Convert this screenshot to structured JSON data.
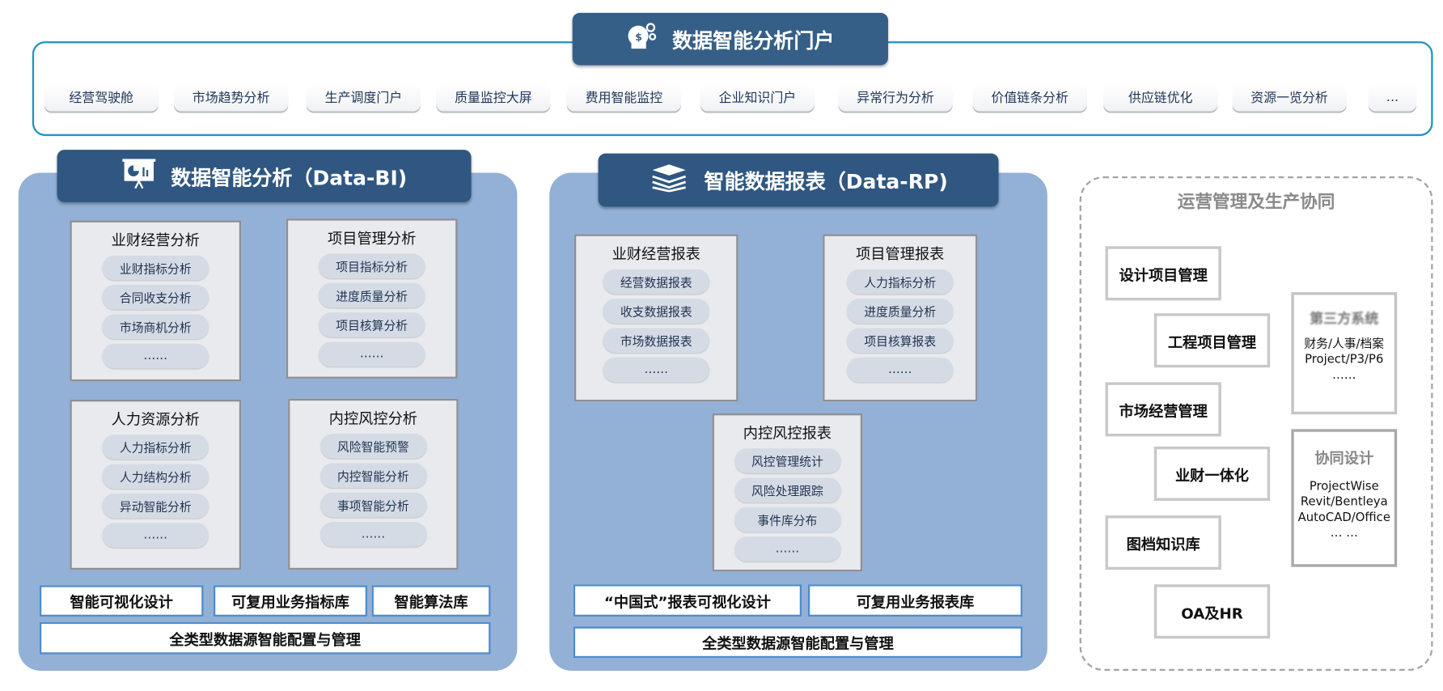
{
  "portal": {
    "title": "数据智能分析门户",
    "items": [
      "经营驾驶舱",
      "市场趋势分析",
      "生产调度门户",
      "质量监控大屏",
      "费用智能监控",
      "企业知识门户",
      "异常行为分析",
      "价值链条分析",
      "供应链优化",
      "资源一览分析",
      "..."
    ]
  },
  "bi": {
    "title": "数据智能分析（Data-BI)",
    "groups": [
      {
        "title": "业财经营分析",
        "items": [
          "业财指标分析",
          "合同收支分析",
          "市场商机分析",
          "……"
        ]
      },
      {
        "title": "项目管理分析",
        "items": [
          "项目指标分析",
          "进度质量分析",
          "项目核算分析",
          "……"
        ]
      },
      {
        "title": "人力资源分析",
        "items": [
          "人力指标分析",
          "人力结构分析",
          "异动智能分析",
          "……"
        ]
      },
      {
        "title": "内控风控分析",
        "items": [
          "风险智能预警",
          "内控智能分析",
          "事项智能分析",
          "……"
        ]
      }
    ],
    "buttons": [
      "智能可视化设计",
      "可复用业务指标库",
      "智能算法库"
    ],
    "config": "全类型数据源智能配置与管理"
  },
  "rp": {
    "title": "智能数据报表（Data-RP)",
    "groups": [
      {
        "title": "业财经营报表",
        "items": [
          "经营数据报表",
          "收支数据报表",
          "市场数据报表",
          "……"
        ]
      },
      {
        "title": "项目管理报表",
        "items": [
          "人力指标分析",
          "进度质量分析",
          "项目核算报表",
          "……"
        ]
      },
      {
        "title": "内控风控报表",
        "items": [
          "风控管理统计",
          "风险处理跟踪",
          "事件库分布",
          "……"
        ]
      }
    ],
    "buttons": [
      "“中国式”报表可视化设计",
      "可复用业务报表库"
    ],
    "config": "全类型数据源智能配置与管理"
  },
  "ops": {
    "title": "运营管理及生产协同",
    "items": [
      "设计项目管理",
      "工程项目管理",
      "市场经营管理",
      "业财一体化",
      "图档知识库",
      "OA及HR"
    ],
    "third_party": {
      "title": "第三方系统",
      "lines": [
        "财务/人事/档案",
        "Project/P3/P6",
        "……"
      ]
    },
    "collab": {
      "title": "协同设计",
      "lines": [
        "ProjectWise",
        "Revit/Bentleya",
        "AutoCAD/Office",
        "… …"
      ]
    }
  }
}
